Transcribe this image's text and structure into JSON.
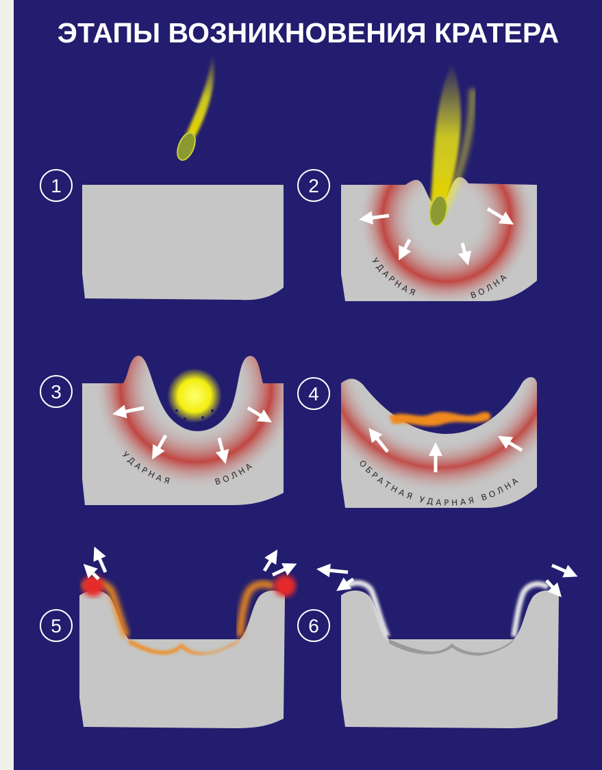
{
  "title": "ЭТАПЫ ВОЗНИКНОВЕНИЯ КРАТЕРА",
  "colors": {
    "background": "#221d6e",
    "ground": "#c6c6c6",
    "shock_wave": "#c0403b",
    "fireball": "#f2ee10",
    "molten": "#f08a1e",
    "ejecta_hot": "#e62a2a",
    "ejecta_cold": "#d8d8d8",
    "arrow": "#ffffff"
  },
  "stages": [
    {
      "number": "1",
      "caption": ""
    },
    {
      "number": "2",
      "caption": "УДАРНАЯ ВОЛНА"
    },
    {
      "number": "3",
      "caption": "УДАРНАЯ ВОЛНА"
    },
    {
      "number": "4",
      "caption": "ОБРАТНАЯ УДАРНАЯ ВОЛНА"
    },
    {
      "number": "5",
      "caption": ""
    },
    {
      "number": "6",
      "caption": ""
    }
  ],
  "labels": {
    "s2_left": "УДАРНАЯ",
    "s2_right": "ВОЛНА",
    "s3_left": "УДАРНАЯ",
    "s3_right": "ВОЛНА",
    "s4_text": "ОБРАТНАЯ УДАРНАЯ ВОЛНА"
  }
}
